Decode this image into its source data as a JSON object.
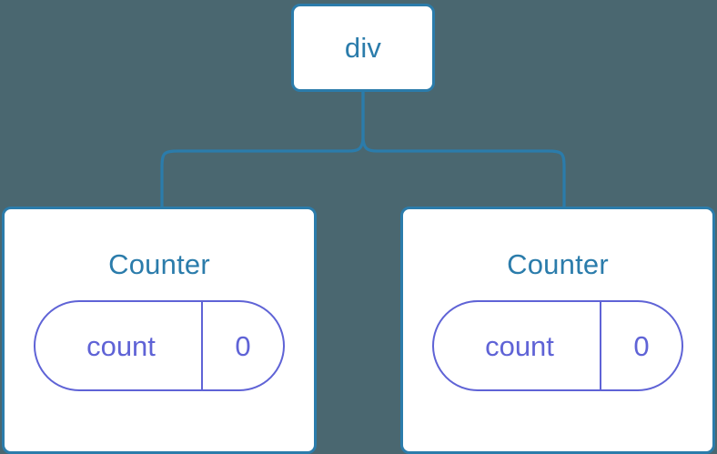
{
  "diagram": {
    "type": "component-tree",
    "background_color": "#4a6770",
    "node_border_color": "#2b7cab",
    "node_title_color": "#2b7cab",
    "state_accent_color": "#5f63d6",
    "connector_color": "#2b7cab",
    "root": {
      "label": "div"
    },
    "children": [
      {
        "label": "Counter",
        "state": {
          "key": "count",
          "value": "0"
        }
      },
      {
        "label": "Counter",
        "state": {
          "key": "count",
          "value": "0"
        }
      }
    ]
  }
}
